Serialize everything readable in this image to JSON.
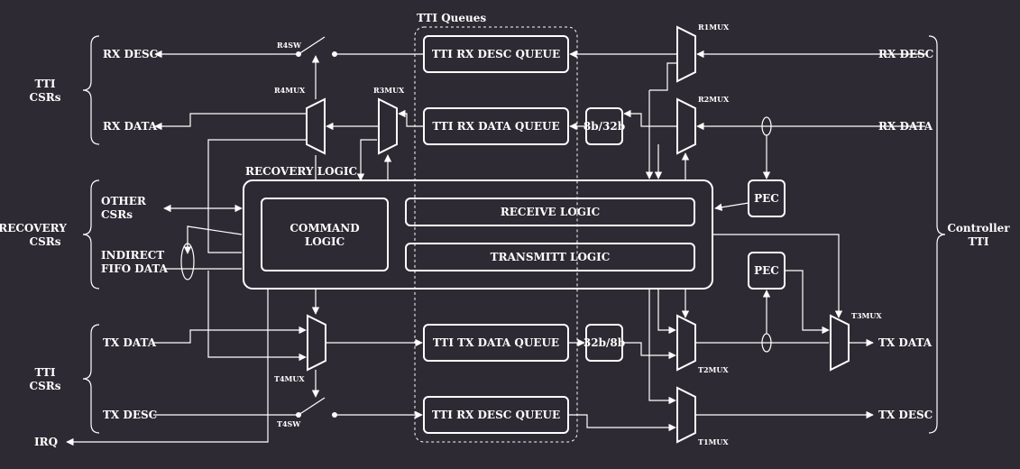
{
  "colors": {
    "background": "#2e2a33",
    "foreground": "#ffffff"
  },
  "groups": {
    "tti_queues": "TTI Queues",
    "recovery_logic": "RECOVERY LOGIC",
    "tti_csrs_top": [
      "TTI",
      "CSRs"
    ],
    "recovery_csrs": [
      "RECOVERY",
      "CSRs"
    ],
    "tti_csrs_bottom": [
      "TTI",
      "CSRs"
    ],
    "controller_tti": [
      "Controller",
      "TTI"
    ]
  },
  "left_signals": {
    "rx_desc": "RX DESC",
    "rx_data": "RX DATA",
    "other_csrs": [
      "OTHER",
      "CSRs"
    ],
    "indirect_fifo": [
      "INDIRECT",
      "FIFO DATA"
    ],
    "tx_data": "TX DATA",
    "tx_desc": "TX DESC",
    "irq": "IRQ"
  },
  "right_signals": {
    "rx_desc": "RX DESC",
    "rx_data": "RX DATA",
    "tx_data": "TX DATA",
    "tx_desc": "TX DESC"
  },
  "queues": {
    "rx_desc": "TTI RX DESC QUEUE",
    "rx_data": "TTI RX DATA QUEUE",
    "tx_data": "TTI TX DATA QUEUE",
    "tx_desc": "TTI RX DESC QUEUE"
  },
  "logic": {
    "command": [
      "COMMAND",
      "LOGIC"
    ],
    "receive": "RECEIVE LOGIC",
    "transmit": "TRANSMITT LOGIC"
  },
  "converters": {
    "rx": "8b/32b",
    "tx": "32b/8b"
  },
  "pec": {
    "top": "PEC",
    "bottom": "PEC"
  },
  "muxes": {
    "r1": "R1MUX",
    "r2": "R2MUX",
    "r3": "R3MUX",
    "r4": "R4MUX",
    "t1": "T1MUX",
    "t2": "T2MUX",
    "t3": "T3MUX",
    "t4": "T4MUX",
    "r4sw": "R4SW",
    "t4sw": "T4SW"
  }
}
